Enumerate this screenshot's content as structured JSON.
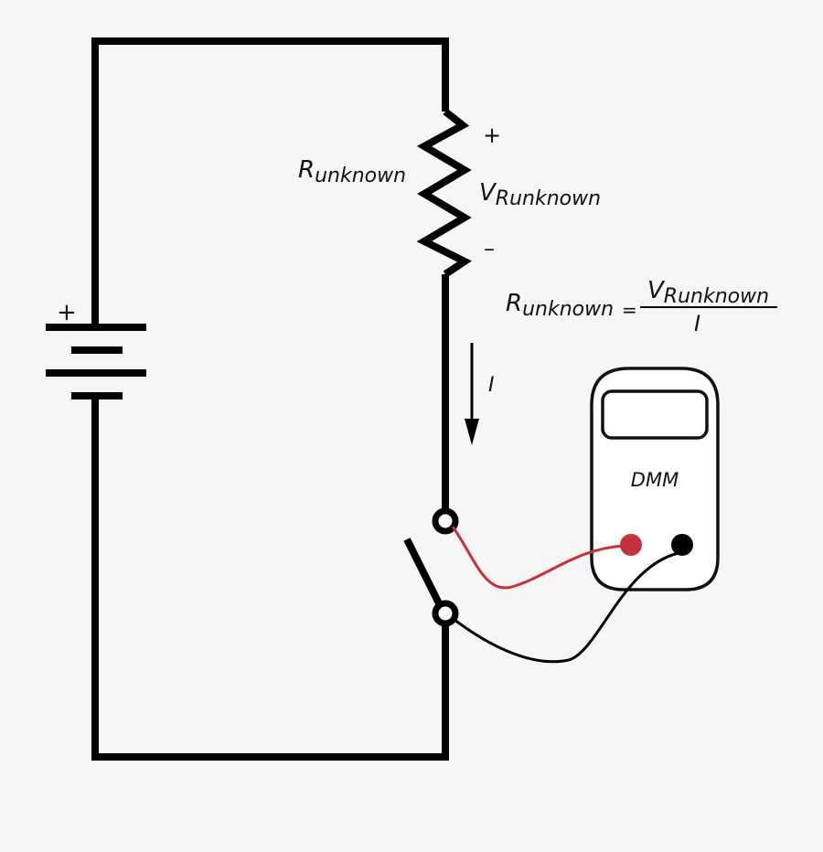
{
  "colors": {
    "background": "#f6f6f6",
    "wire": "#000000",
    "probe_positive": "#c8313b",
    "probe_negative": "#000000"
  },
  "battery": {
    "plus_sign": "+"
  },
  "resistor": {
    "label_main": "R",
    "label_sub": "unknown",
    "plus_sign": "+",
    "minus_sign": "–",
    "voltage_main": "V",
    "voltage_sub": "Runknown"
  },
  "current": {
    "label": "I"
  },
  "formula": {
    "lhs_main": "R",
    "lhs_sub": "unknown",
    "equals": "=",
    "num_main": "V",
    "num_sub": "Runknown",
    "denominator": "I"
  },
  "multimeter": {
    "label": "DMM"
  }
}
